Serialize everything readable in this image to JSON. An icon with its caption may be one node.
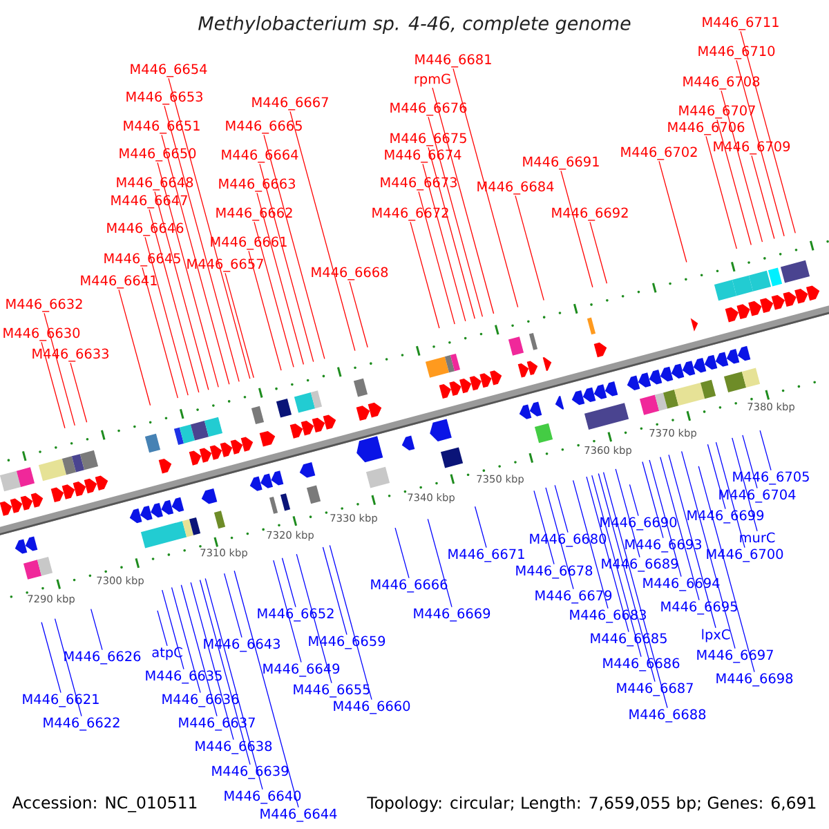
{
  "diagram": {
    "title": "Methylobacterium sp. 4-46, complete genome",
    "nodes": [
      {
        "text": [
          "M446_6654"
        ]
      },
      {
        "text": [
          "M446_6653"
        ]
      },
      {
        "text": [
          "M446_6651"
        ]
      },
      {
        "text": [
          "M446_6650"
        ]
      },
      {
        "text": [
          "M446_6648"
        ]
      },
      {
        "text": [
          "M446_6647"
        ]
      },
      {
        "text": [
          "M446_6646"
        ]
      },
      {
        "text": [
          "M446_6645"
        ]
      },
      {
        "text": [
          "M446_6641"
        ]
      },
      {
        "text": [
          "M446_6632"
        ]
      },
      {
        "text": [
          "M446_6630"
        ]
      },
      {
        "text": [
          "M446_6633"
        ]
      },
      {
        "text": [
          "M446_6667"
        ]
      },
      {
        "text": [
          "M446_6665"
        ]
      },
      {
        "text": [
          "M446_6664"
        ]
      },
      {
        "text": [
          "M446_6663"
        ]
      },
      {
        "text": [
          "M446_6662"
        ]
      },
      {
        "text": [
          "M446_6661"
        ]
      },
      {
        "text": [
          "M446_6657"
        ]
      },
      {
        "text": [
          "M446_6668"
        ]
      },
      {
        "text": [
          "M446_6681"
        ]
      },
      {
        "text": [
          "rpmG"
        ]
      },
      {
        "text": [
          "M446_6676"
        ]
      },
      {
        "text": [
          "M446_6675"
        ]
      },
      {
        "text": [
          "M446_6674"
        ]
      },
      {
        "text": [
          "M446_6673"
        ]
      },
      {
        "text": [
          "M446_6672"
        ]
      },
      {
        "text": [
          "M446_6684"
        ]
      },
      {
        "text": [
          "M446_6691"
        ]
      },
      {
        "text": [
          "M446_6692"
        ]
      },
      {
        "text": [
          "M446_6702"
        ]
      },
      {
        "text": [
          "M446_6711"
        ]
      },
      {
        "text": [
          "M446_6710"
        ]
      },
      {
        "text": [
          "M446_6708"
        ]
      },
      {
        "text": [
          "M446_6707"
        ]
      },
      {
        "text": [
          "M446_6706"
        ]
      },
      {
        "text": [
          "M446_6709"
        ]
      },
      {
        "text": [
          "M446_6626"
        ]
      },
      {
        "text": [
          "atpC"
        ]
      },
      {
        "text": [
          "M446_6635"
        ]
      },
      {
        "text": [
          "M446_6636"
        ]
      },
      {
        "text": [
          "M446_6637"
        ]
      },
      {
        "text": [
          "M446_6638"
        ]
      },
      {
        "text": [
          "M446_6639"
        ]
      },
      {
        "text": [
          "M446_6640"
        ]
      },
      {
        "text": [
          "M446_6644"
        ]
      },
      {
        "text": [
          "M446_6643"
        ]
      },
      {
        "text": [
          "M446_6652"
        ]
      },
      {
        "text": [
          "M446_6649"
        ]
      },
      {
        "text": [
          "M446_6655"
        ]
      },
      {
        "text": [
          "M446_6659"
        ]
      },
      {
        "text": [
          "M446_6660"
        ]
      },
      {
        "text": [
          "M446_6621"
        ]
      },
      {
        "text": [
          "M446_6622"
        ]
      },
      {
        "text": [
          "M446_6666"
        ]
      },
      {
        "text": [
          "M446_6669"
        ]
      },
      {
        "text": [
          "M446_6671"
        ]
      },
      {
        "text": [
          "M446_6680"
        ]
      },
      {
        "text": [
          "M446_6678"
        ]
      },
      {
        "text": [
          "M446_6679"
        ]
      },
      {
        "text": [
          "M446_6683"
        ]
      },
      {
        "text": [
          "M446_6685"
        ]
      },
      {
        "text": [
          "M446_6686"
        ]
      },
      {
        "text": [
          "M446_6687"
        ]
      },
      {
        "text": [
          "M446_6688"
        ]
      },
      {
        "text": [
          "M446_6690"
        ]
      },
      {
        "text": [
          "M446_6693"
        ]
      },
      {
        "text": [
          "M446_6689"
        ]
      },
      {
        "text": [
          "M446_6694"
        ]
      },
      {
        "text": [
          "M446_6695"
        ]
      },
      {
        "text": [
          "lpxC"
        ]
      },
      {
        "text": [
          "M446_6697"
        ]
      },
      {
        "text": [
          "M446_6698"
        ]
      },
      {
        "text": [
          "M446_6699"
        ]
      },
      {
        "text": [
          "M446_6700"
        ]
      },
      {
        "text": [
          "murC"
        ]
      },
      {
        "text": [
          "M446_6704"
        ]
      },
      {
        "text": [
          "M446_6705"
        ]
      }
    ],
    "edges": [
      {
        "from": 0,
        "to": null,
        "arrow": "none",
        "color": "#ff0000"
      },
      {
        "from": 1,
        "to": null,
        "arrow": "none",
        "color": "#ff0000"
      },
      {
        "from": 2,
        "to": null,
        "arrow": "none",
        "color": "#ff0000"
      },
      {
        "from": 3,
        "to": null,
        "arrow": "none",
        "color": "#ff0000"
      },
      {
        "from": 4,
        "to": null,
        "arrow": "none",
        "color": "#ff0000"
      },
      {
        "from": 5,
        "to": null,
        "arrow": "none",
        "color": "#ff0000"
      },
      {
        "from": 6,
        "to": null,
        "arrow": "none",
        "color": "#ff0000"
      },
      {
        "from": 7,
        "to": null,
        "arrow": "none",
        "color": "#ff0000"
      },
      {
        "from": 8,
        "to": null,
        "arrow": "none",
        "color": "#ff0000"
      },
      {
        "from": 9,
        "to": null,
        "arrow": "none",
        "color": "#ff0000"
      },
      {
        "from": 10,
        "to": null,
        "arrow": "none",
        "color": "#ff0000"
      },
      {
        "from": 11,
        "to": null,
        "arrow": "none",
        "color": "#ff0000"
      },
      {
        "from": 12,
        "to": null,
        "arrow": "none",
        "color": "#ff0000"
      },
      {
        "from": 13,
        "to": null,
        "arrow": "none",
        "color": "#ff0000"
      },
      {
        "from": 14,
        "to": null,
        "arrow": "none",
        "color": "#ff0000"
      },
      {
        "from": 15,
        "to": null,
        "arrow": "none",
        "color": "#ff0000"
      },
      {
        "from": 16,
        "to": null,
        "arrow": "none",
        "color": "#ff0000"
      },
      {
        "from": 17,
        "to": null,
        "arrow": "none",
        "color": "#ff0000"
      },
      {
        "from": 18,
        "to": null,
        "arrow": "none",
        "color": "#ff0000"
      },
      {
        "from": 19,
        "to": null,
        "arrow": "none",
        "color": "#ff0000"
      },
      {
        "from": 20,
        "to": null,
        "arrow": "none",
        "color": "#ff0000"
      },
      {
        "from": 21,
        "to": null,
        "arrow": "none",
        "color": "#ff0000"
      },
      {
        "from": 22,
        "to": null,
        "arrow": "none",
        "color": "#ff0000"
      },
      {
        "from": 23,
        "to": null,
        "arrow": "none",
        "color": "#ff0000"
      },
      {
        "from": 24,
        "to": null,
        "arrow": "none",
        "color": "#ff0000"
      },
      {
        "from": 25,
        "to": null,
        "arrow": "none",
        "color": "#ff0000"
      },
      {
        "from": 26,
        "to": null,
        "arrow": "none",
        "color": "#ff0000"
      },
      {
        "from": 27,
        "to": null,
        "arrow": "none",
        "color": "#ff0000"
      },
      {
        "from": 28,
        "to": null,
        "arrow": "none",
        "color": "#ff0000"
      },
      {
        "from": 29,
        "to": null,
        "arrow": "none",
        "color": "#ff0000"
      },
      {
        "from": 30,
        "to": null,
        "arrow": "none",
        "color": "#ff0000"
      },
      {
        "from": 31,
        "to": null,
        "arrow": "none",
        "color": "#ff0000"
      },
      {
        "from": 32,
        "to": null,
        "arrow": "none",
        "color": "#ff0000"
      },
      {
        "from": 33,
        "to": null,
        "arrow": "none",
        "color": "#ff0000"
      },
      {
        "from": 34,
        "to": null,
        "arrow": "none",
        "color": "#ff0000"
      },
      {
        "from": 35,
        "to": null,
        "arrow": "none",
        "color": "#ff0000"
      },
      {
        "from": 36,
        "to": null,
        "arrow": "none",
        "color": "#ff0000"
      },
      {
        "from": 37,
        "to": null,
        "arrow": "none"
      },
      {
        "from": 38,
        "to": null,
        "arrow": "none"
      },
      {
        "from": 39,
        "to": null,
        "arrow": "none"
      },
      {
        "from": 40,
        "to": null,
        "arrow": "none"
      },
      {
        "from": 41,
        "to": null,
        "arrow": "none"
      },
      {
        "from": 42,
        "to": null,
        "arrow": "none"
      },
      {
        "from": 43,
        "to": null,
        "arrow": "none"
      },
      {
        "from": 44,
        "to": null,
        "arrow": "none"
      },
      {
        "from": 45,
        "to": null,
        "arrow": "none"
      },
      {
        "from": 46,
        "to": null,
        "arrow": "none"
      },
      {
        "from": 47,
        "to": null,
        "arrow": "none"
      },
      {
        "from": 48,
        "to": null,
        "arrow": "none"
      },
      {
        "from": 49,
        "to": null,
        "arrow": "none"
      },
      {
        "from": 50,
        "to": null,
        "arrow": "none"
      },
      {
        "from": 51,
        "to": null,
        "arrow": "none"
      },
      {
        "from": 52,
        "to": null,
        "arrow": "none"
      },
      {
        "from": 53,
        "to": null,
        "arrow": "none"
      },
      {
        "from": 54,
        "to": null,
        "arrow": "none"
      },
      {
        "from": 55,
        "to": null,
        "arrow": "none"
      },
      {
        "from": 56,
        "to": null,
        "arrow": "none"
      },
      {
        "from": 57,
        "to": null,
        "arrow": "none"
      },
      {
        "from": 58,
        "to": null,
        "arrow": "none"
      },
      {
        "from": 59,
        "to": null,
        "arrow": "none"
      },
      {
        "from": 60,
        "to": null,
        "arrow": "none"
      },
      {
        "from": 61,
        "to": null,
        "arrow": "none"
      },
      {
        "from": 62,
        "to": null,
        "arrow": "none"
      },
      {
        "from": 63,
        "to": null,
        "arrow": "none"
      },
      {
        "from": 64,
        "to": null,
        "arrow": "none"
      },
      {
        "from": 65,
        "to": null,
        "arrow": "none"
      },
      {
        "from": 66,
        "to": null,
        "arrow": "none"
      },
      {
        "from": 67,
        "to": null,
        "arrow": "none"
      },
      {
        "from": 68,
        "to": null,
        "arrow": "none"
      },
      {
        "from": 69,
        "to": null,
        "arrow": "none"
      },
      {
        "from": 70,
        "to": null,
        "arrow": "none"
      },
      {
        "from": 71,
        "to": null,
        "arrow": "none"
      },
      {
        "from": 72,
        "to": null,
        "arrow": "none"
      },
      {
        "from": 73,
        "to": null,
        "arrow": "none"
      },
      {
        "from": 74,
        "to": null,
        "arrow": "none"
      },
      {
        "from": 75,
        "to": null,
        "arrow": "none"
      },
      {
        "from": 76,
        "to": null,
        "arrow": "none"
      },
      {
        "from": 77,
        "to": null,
        "arrow": "none"
      }
    ],
    "labels": [
      "7290 kbp",
      "7300 kbp",
      "7310 kbp",
      "7320 kbp",
      "7330 kbp",
      "7340 kbp",
      "7350 kbp",
      "7360 kbp",
      "7370 kbp",
      "7380 kbp",
      "Accession: NC_010511",
      "Topology: circular; Length: 7,659,055 bp; Genes: 6,691"
    ]
  }
}
